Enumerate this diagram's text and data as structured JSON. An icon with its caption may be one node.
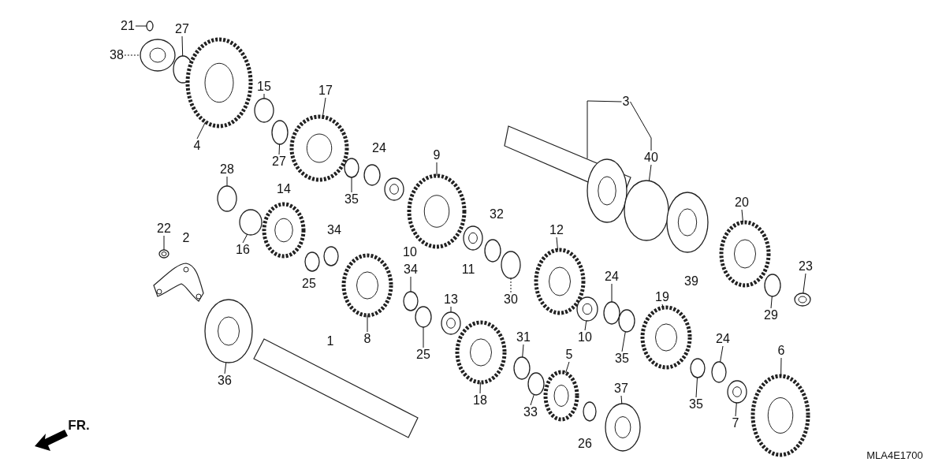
{
  "diagram": {
    "nodes": [
      {
        "text": [
          "21"
        ]
      },
      {
        "text": [
          "27"
        ]
      },
      {
        "text": [
          "38"
        ]
      },
      {
        "text": [
          "15"
        ]
      },
      {
        "text": [
          "17"
        ]
      },
      {
        "text": [
          "3"
        ]
      },
      {
        "text": [
          "4"
        ]
      },
      {
        "text": [
          "9"
        ]
      },
      {
        "text": [
          "27"
        ]
      },
      {
        "text": [
          "28"
        ]
      },
      {
        "text": [
          "40"
        ]
      },
      {
        "text": [
          "35"
        ]
      },
      {
        "text": [
          "20"
        ]
      },
      {
        "text": [
          "22"
        ]
      },
      {
        "text": [
          "12"
        ]
      },
      {
        "text": [
          "16"
        ]
      },
      {
        "text": [
          "23"
        ]
      },
      {
        "text": [
          "34"
        ]
      },
      {
        "text": [
          "24"
        ]
      },
      {
        "text": [
          "19"
        ]
      },
      {
        "text": [
          "30"
        ]
      },
      {
        "text": [
          "13"
        ]
      },
      {
        "text": [
          "29"
        ]
      },
      {
        "text": [
          "10"
        ]
      },
      {
        "text": [
          "31"
        ]
      },
      {
        "text": [
          "8"
        ]
      },
      {
        "text": [
          "24"
        ]
      },
      {
        "text": [
          "6"
        ]
      },
      {
        "text": [
          "35"
        ]
      },
      {
        "text": [
          "25"
        ]
      },
      {
        "text": [
          "5"
        ]
      },
      {
        "text": [
          "36"
        ]
      },
      {
        "text": [
          "37"
        ]
      },
      {
        "text": [
          "18"
        ]
      },
      {
        "text": [
          "35"
        ]
      },
      {
        "text": [
          "33"
        ]
      },
      {
        "text": [
          "7"
        ]
      },
      {
        "text": [],
        "shape": "pin"
      },
      {
        "text": [],
        "shape": "ring"
      },
      {
        "text": [],
        "shape": "bearing"
      },
      {
        "text": [],
        "shape": "ring"
      },
      {
        "text": [],
        "shape": "gear"
      },
      {
        "text": [],
        "shape": "shaft"
      },
      {
        "text": [],
        "shape": "gear"
      },
      {
        "text": [],
        "shape": "gear"
      },
      {
        "text": [],
        "shape": "ring"
      },
      {
        "text": [],
        "shape": "ring"
      },
      {
        "text": [],
        "shape": "ring"
      },
      {
        "text": [],
        "shape": "ring"
      },
      {
        "text": [],
        "shape": "gear"
      },
      {
        "text": [],
        "shape": "bolt"
      },
      {
        "text": [],
        "shape": "gear"
      },
      {
        "text": [],
        "shape": "ring"
      },
      {
        "text": [],
        "shape": "bolt"
      },
      {
        "text": [],
        "shape": "ring"
      },
      {
        "text": [],
        "shape": "ring"
      },
      {
        "text": [],
        "shape": "gear"
      },
      {
        "text": [],
        "shape": "ring"
      },
      {
        "text": [],
        "shape": "bearing"
      },
      {
        "text": [],
        "shape": "ring"
      },
      {
        "text": [],
        "shape": "bearing"
      },
      {
        "text": [],
        "shape": "ring"
      },
      {
        "text": [],
        "shape": "gear"
      },
      {
        "text": [],
        "shape": "ring"
      },
      {
        "text": [],
        "shape": "gear"
      },
      {
        "text": [],
        "shape": "ring"
      },
      {
        "text": [],
        "shape": "ring"
      },
      {
        "text": [],
        "shape": "gear"
      },
      {
        "text": [],
        "shape": "bearing"
      },
      {
        "text": [],
        "shape": "bearing"
      },
      {
        "text": [],
        "shape": "gear"
      },
      {
        "text": [],
        "shape": "ring"
      },
      {
        "text": [],
        "shape": "ring"
      },
      {
        "text": [],
        "shape": "bearing"
      },
      {
        "text": [],
        "shape": "bracket"
      },
      {
        "text": [],
        "shape": "shaft"
      },
      {
        "text": [],
        "shape": "gear"
      },
      {
        "text": [],
        "shape": "ring"
      },
      {
        "text": [],
        "shape": "ring"
      },
      {
        "text": [],
        "shape": "ring"
      },
      {
        "text": [],
        "shape": "bearing"
      },
      {
        "text": [],
        "shape": "bearing"
      },
      {
        "text": [],
        "shape": "ring"
      },
      {
        "text": [],
        "shape": "ring"
      },
      {
        "text": [],
        "shape": "bearing"
      }
    ],
    "edges": [
      {
        "from": 0,
        "to": 37,
        "arrow": "none"
      },
      {
        "from": 1,
        "to": 38,
        "arrow": "none"
      },
      {
        "from": 2,
        "to": 39,
        "arrow": "none",
        "style": "dashed"
      },
      {
        "from": 3,
        "to": 40,
        "arrow": "none"
      },
      {
        "from": 4,
        "to": 41,
        "arrow": "none"
      },
      {
        "from": 5,
        "to": 42,
        "arrow": "none"
      },
      {
        "from": 5,
        "to": 10,
        "arrow": "none"
      },
      {
        "from": 6,
        "to": 43,
        "arrow": "none"
      },
      {
        "from": 7,
        "to": 44,
        "arrow": "none"
      },
      {
        "from": 8,
        "to": 45,
        "arrow": "none"
      },
      {
        "from": 9,
        "to": 46,
        "arrow": "none"
      },
      {
        "from": 10,
        "to": 47,
        "arrow": "none"
      },
      {
        "from": 11,
        "to": 48,
        "arrow": "none"
      },
      {
        "from": 12,
        "to": 49,
        "arrow": "none"
      },
      {
        "from": 13,
        "to": 50,
        "arrow": "none"
      },
      {
        "from": 14,
        "to": 51,
        "arrow": "none"
      },
      {
        "from": 15,
        "to": 52,
        "arrow": "none"
      },
      {
        "from": 16,
        "to": 53,
        "arrow": "none"
      },
      {
        "from": 17,
        "to": 54,
        "arrow": "none"
      },
      {
        "from": 18,
        "to": 55,
        "arrow": "none"
      },
      {
        "from": 19,
        "to": 56,
        "arrow": "none"
      },
      {
        "from": 20,
        "to": 57,
        "arrow": "none",
        "style": "dashed"
      },
      {
        "from": 21,
        "to": 58,
        "arrow": "none"
      },
      {
        "from": 22,
        "to": 59,
        "arrow": "none"
      },
      {
        "from": 23,
        "to": 60,
        "arrow": "none"
      },
      {
        "from": 24,
        "to": 61,
        "arrow": "none"
      },
      {
        "from": 25,
        "to": 62,
        "arrow": "none"
      },
      {
        "from": 26,
        "to": 63,
        "arrow": "none"
      },
      {
        "from": 27,
        "to": 64,
        "arrow": "none"
      },
      {
        "from": 28,
        "to": 65,
        "arrow": "none"
      },
      {
        "from": 29,
        "to": 66,
        "arrow": "none"
      },
      {
        "from": 30,
        "to": 67,
        "arrow": "none"
      },
      {
        "from": 31,
        "to": 68,
        "arrow": "none"
      },
      {
        "from": 32,
        "to": 69,
        "arrow": "none"
      },
      {
        "from": 33,
        "to": 70,
        "arrow": "none"
      },
      {
        "from": 34,
        "to": 71,
        "arrow": "none"
      },
      {
        "from": 35,
        "to": 72,
        "arrow": "none"
      },
      {
        "from": 36,
        "to": 73,
        "arrow": "none"
      }
    ],
    "labels": [
      "24",
      "14",
      "32",
      "34",
      "2",
      "10",
      "11",
      "39",
      "25",
      "1",
      "FR.",
      "26",
      "MLA4E1700"
    ]
  }
}
